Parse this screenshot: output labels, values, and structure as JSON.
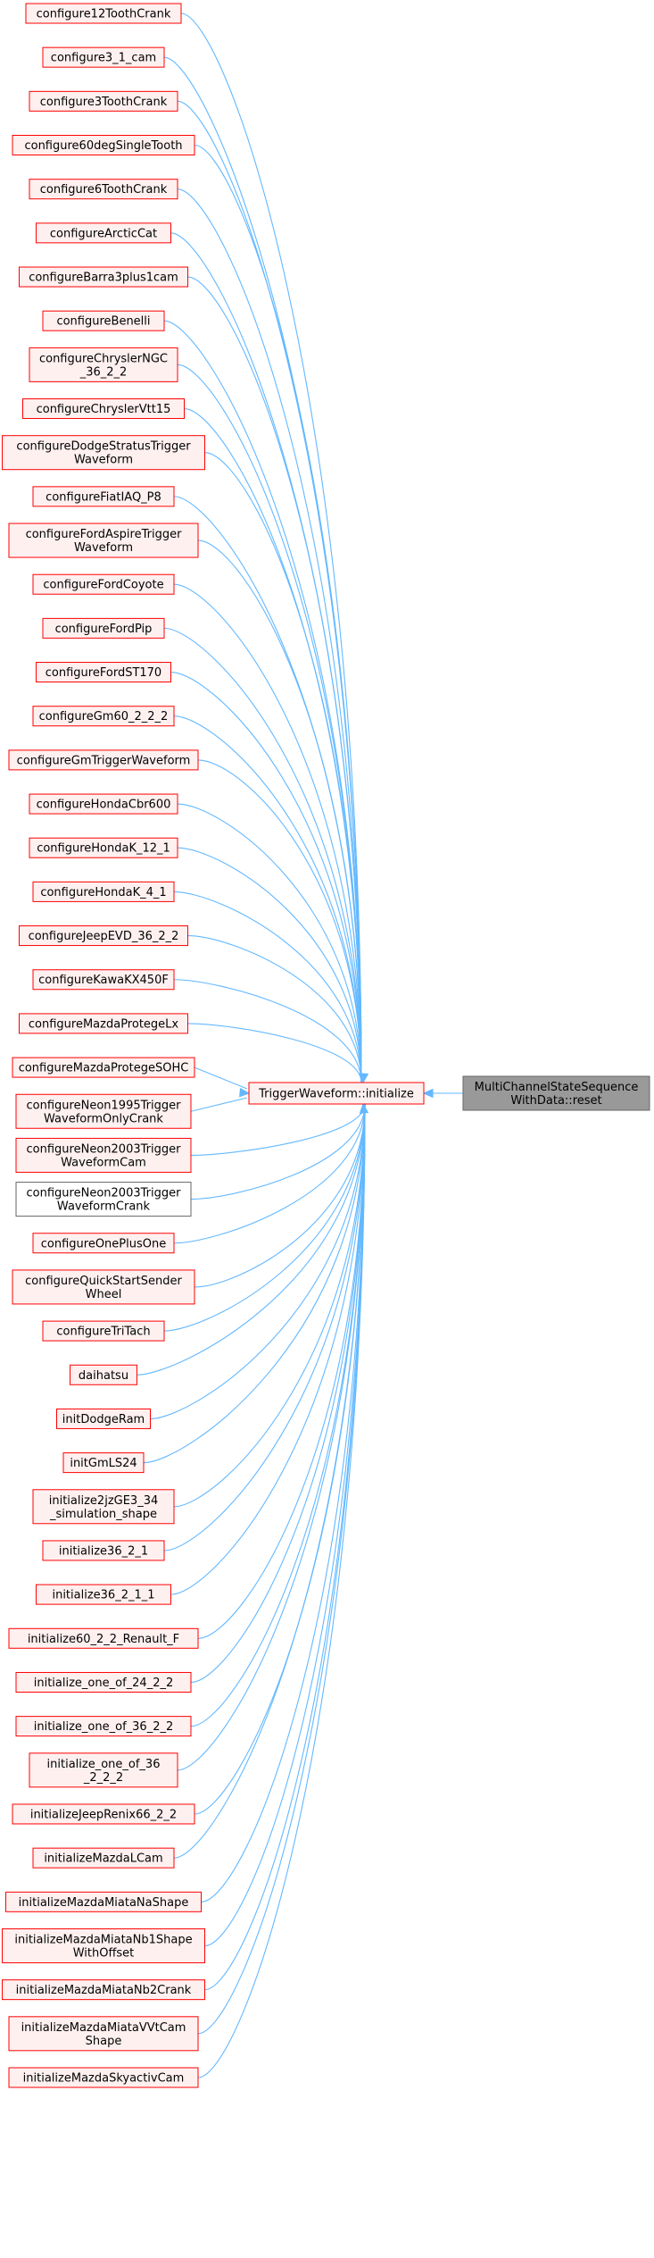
{
  "colors": {
    "caller_fill": "#fff0f0",
    "caller_border": "#ff0000",
    "plain_border": "#666666",
    "target_fill": "#999999",
    "target_border": "#666666",
    "edge": "#63b8ff",
    "text": "#000000"
  },
  "callers": [
    {
      "lines": [
        "configure12ToothCrank"
      ],
      "style": "red"
    },
    {
      "lines": [
        "configure3_1_cam"
      ],
      "style": "red"
    },
    {
      "lines": [
        "configure3ToothCrank"
      ],
      "style": "red"
    },
    {
      "lines": [
        "configure60degSingleTooth"
      ],
      "style": "red"
    },
    {
      "lines": [
        "configure6ToothCrank"
      ],
      "style": "red"
    },
    {
      "lines": [
        "configureArcticCat"
      ],
      "style": "red"
    },
    {
      "lines": [
        "configureBarra3plus1cam"
      ],
      "style": "red"
    },
    {
      "lines": [
        "configureBenelli"
      ],
      "style": "red"
    },
    {
      "lines": [
        "configureChryslerNGC",
        "_36_2_2"
      ],
      "style": "red"
    },
    {
      "lines": [
        "configureChryslerVtt15"
      ],
      "style": "red"
    },
    {
      "lines": [
        "configureDodgeStratusTrigger",
        "Waveform"
      ],
      "style": "red"
    },
    {
      "lines": [
        "configureFiatIAQ_P8"
      ],
      "style": "red"
    },
    {
      "lines": [
        "configureFordAspireTrigger",
        "Waveform"
      ],
      "style": "red"
    },
    {
      "lines": [
        "configureFordCoyote"
      ],
      "style": "red"
    },
    {
      "lines": [
        "configureFordPip"
      ],
      "style": "red"
    },
    {
      "lines": [
        "configureFordST170"
      ],
      "style": "red"
    },
    {
      "lines": [
        "configureGm60_2_2_2"
      ],
      "style": "red"
    },
    {
      "lines": [
        "configureGmTriggerWaveform"
      ],
      "style": "red"
    },
    {
      "lines": [
        "configureHondaCbr600"
      ],
      "style": "red"
    },
    {
      "lines": [
        "configureHondaK_12_1"
      ],
      "style": "red"
    },
    {
      "lines": [
        "configureHondaK_4_1"
      ],
      "style": "red"
    },
    {
      "lines": [
        "configureJeepEVD_36_2_2"
      ],
      "style": "red"
    },
    {
      "lines": [
        "configureKawaKX450F"
      ],
      "style": "red"
    },
    {
      "lines": [
        "configureMazdaProtegeLx"
      ],
      "style": "red"
    },
    {
      "lines": [
        "configureMazdaProtegeSOHC"
      ],
      "style": "red"
    },
    {
      "lines": [
        "configureNeon1995Trigger",
        "WaveformOnlyCrank"
      ],
      "style": "red"
    },
    {
      "lines": [
        "configureNeon2003Trigger",
        "WaveformCam"
      ],
      "style": "red"
    },
    {
      "lines": [
        "configureNeon2003Trigger",
        "WaveformCrank"
      ],
      "style": "plain"
    },
    {
      "lines": [
        "configureOnePlusOne"
      ],
      "style": "red"
    },
    {
      "lines": [
        "configureQuickStartSender",
        "Wheel"
      ],
      "style": "red"
    },
    {
      "lines": [
        "configureTriTach"
      ],
      "style": "red"
    },
    {
      "lines": [
        "daihatsu"
      ],
      "style": "red"
    },
    {
      "lines": [
        "initDodgeRam"
      ],
      "style": "red"
    },
    {
      "lines": [
        "initGmLS24"
      ],
      "style": "red"
    },
    {
      "lines": [
        "initialize2jzGE3_34",
        "_simulation_shape"
      ],
      "style": "red"
    },
    {
      "lines": [
        "initialize36_2_1"
      ],
      "style": "red"
    },
    {
      "lines": [
        "initialize36_2_1_1"
      ],
      "style": "red"
    },
    {
      "lines": [
        "initialize60_2_2_Renault_F"
      ],
      "style": "red"
    },
    {
      "lines": [
        "initialize_one_of_24_2_2"
      ],
      "style": "red"
    },
    {
      "lines": [
        "initialize_one_of_36_2_2"
      ],
      "style": "red"
    },
    {
      "lines": [
        "initialize_one_of_36",
        "_2_2_2"
      ],
      "style": "red"
    },
    {
      "lines": [
        "initializeJeepRenix66_2_2"
      ],
      "style": "red"
    },
    {
      "lines": [
        "initializeMazdaLCam"
      ],
      "style": "red"
    },
    {
      "lines": [
        "initializeMazdaMiataNaShape"
      ],
      "style": "red"
    },
    {
      "lines": [
        "initializeMazdaMiataNb1Shape",
        "WithOffset"
      ],
      "style": "red"
    },
    {
      "lines": [
        "initializeMazdaMiataNb2Crank"
      ],
      "style": "red"
    },
    {
      "lines": [
        "initializeMazdaMiataVVtCam",
        "Shape"
      ],
      "style": "red"
    },
    {
      "lines": [
        "initializeMazdaSkyactivCam"
      ],
      "style": "red"
    }
  ],
  "hub": {
    "lines": [
      "TriggerWaveform::initialize"
    ],
    "style": "red"
  },
  "target": {
    "lines": [
      "MultiChannelStateSequence",
      "WithData::reset"
    ],
    "style": "gray"
  }
}
